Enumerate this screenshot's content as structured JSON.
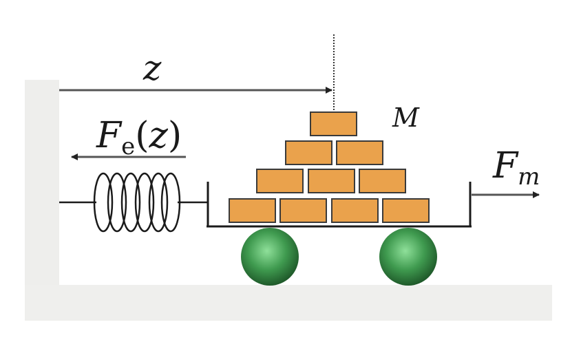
{
  "labels": {
    "displacement": "z",
    "mass": "M",
    "spring_force_symbol": "F",
    "spring_force_subscript": "e",
    "spring_force_arg_open": "(",
    "spring_force_arg": "z",
    "spring_force_arg_close": ")",
    "applied_force_symbol": "F",
    "applied_force_subscript": "m"
  },
  "colors": {
    "wall": "#eeeeec",
    "floor": "#efefed",
    "brick_fill": "#eaa24c",
    "brick_stroke": "#3a3a3a",
    "wheel": "#3f9a4f",
    "line": "#2a2a2a",
    "arrow": "#555555"
  }
}
